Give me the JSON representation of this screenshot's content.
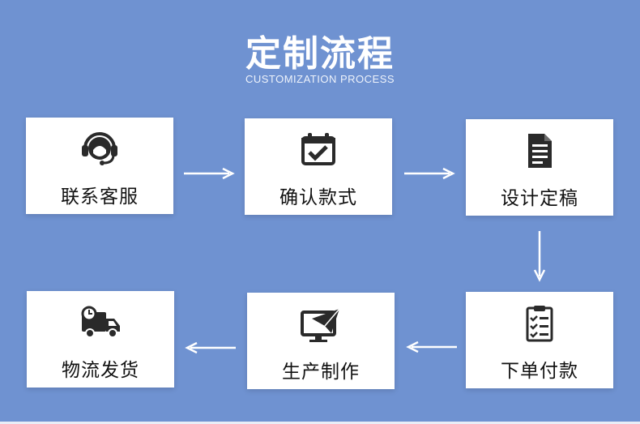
{
  "header": {
    "title": "定制流程",
    "subtitle": "CUSTOMIZATION PROCESS"
  },
  "steps": [
    {
      "label": "联系客服",
      "icon": "headset-icon"
    },
    {
      "label": "确认款式",
      "icon": "calendar-check-icon"
    },
    {
      "label": "设计定稿",
      "icon": "document-icon"
    },
    {
      "label": "下单付款",
      "icon": "clipboard-checklist-icon"
    },
    {
      "label": "生产制作",
      "icon": "monitor-plane-icon"
    },
    {
      "label": "物流发货",
      "icon": "delivery-truck-icon"
    }
  ],
  "colors": {
    "background": "#6f92d1",
    "card": "#ffffff",
    "arrow": "#ffffff",
    "icon": "#2a2a2a"
  }
}
